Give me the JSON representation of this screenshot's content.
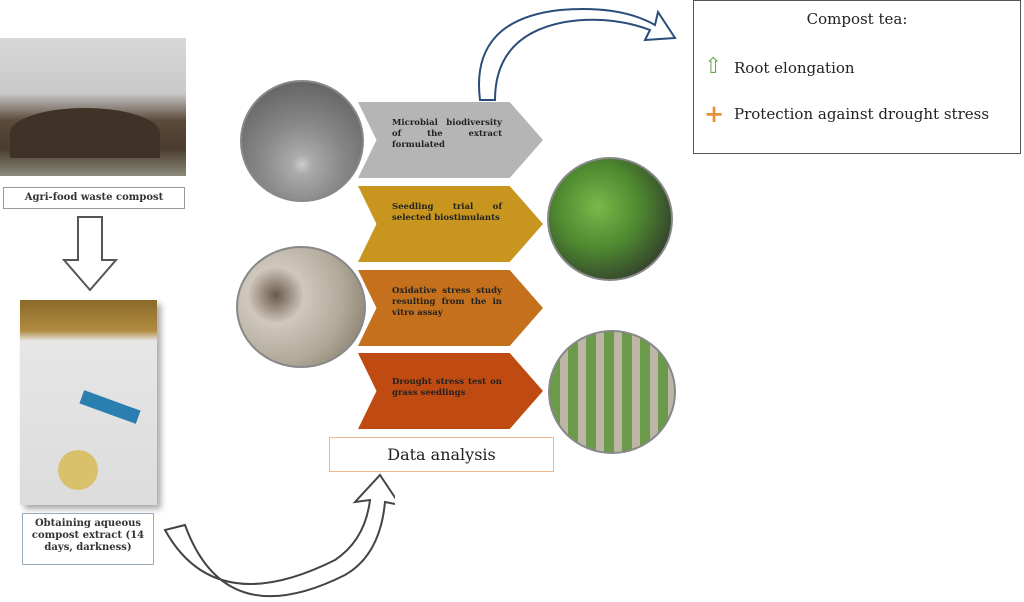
{
  "compost": {
    "label": "Agri-food waste compost"
  },
  "extract": {
    "label": "Obtaining aqueous compost extract (14 days, darkness)"
  },
  "steps": [
    {
      "label": "Microbial biodiversity of the extract formulated",
      "color": "#b5b5b5"
    },
    {
      "label": "Seedling trial of selected biostimulants",
      "color": "#c8951e"
    },
    {
      "label": "Oxidative stress study resulting from the in vitro assay",
      "color": "#c5701c"
    },
    {
      "label": "Drought stress test on grass seedlings",
      "color": "#bf4b12"
    }
  ],
  "analysis": {
    "label": "Data analysis"
  },
  "results": {
    "title": "Compost tea:",
    "items": [
      {
        "label": "Root elongation",
        "icon": "up-arrow",
        "color": "#6aa84f"
      },
      {
        "label": "Protection against drought stress",
        "icon": "plus",
        "color": "#e69138"
      }
    ]
  }
}
